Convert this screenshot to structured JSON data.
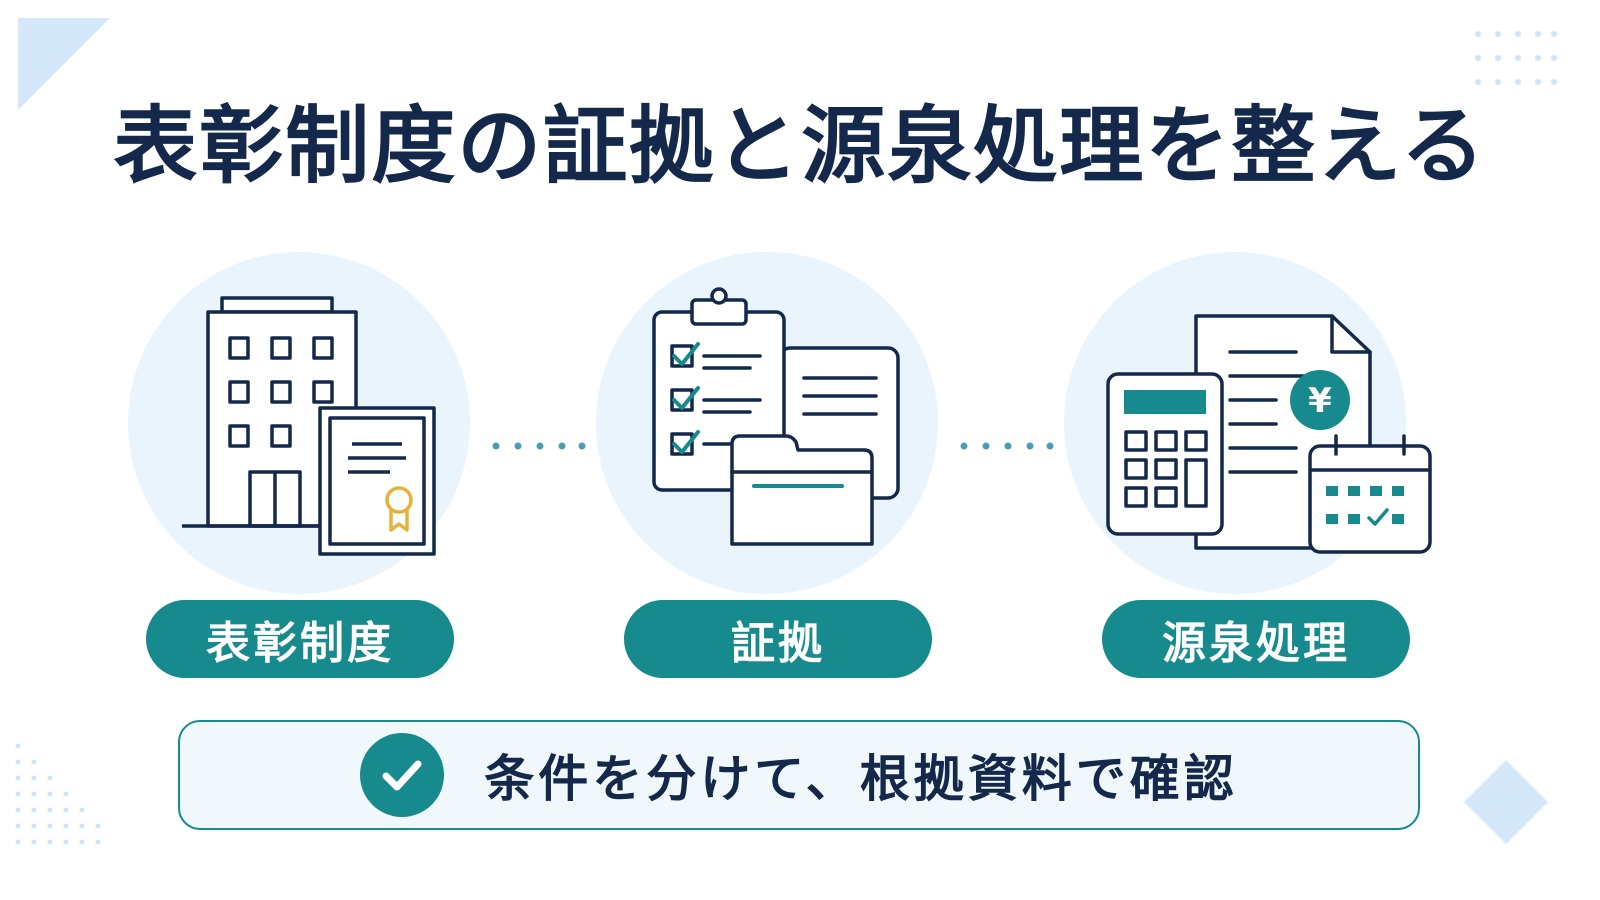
{
  "title": "表彰制度の証拠と源泉処理を整える",
  "steps": [
    {
      "label": "表彰制度",
      "icon": "building-certificate-icon"
    },
    {
      "label": "証拠",
      "icon": "clipboard-folder-icon"
    },
    {
      "label": "源泉処理",
      "icon": "calculator-yen-calendar-icon"
    }
  ],
  "summary": {
    "text": "条件を分けて、根拠資料で確認",
    "icon": "check-circle-icon"
  },
  "colors": {
    "navy": "#13284a",
    "teal": "#168a8c",
    "circle_bg": "#eaf4fc",
    "gold": "#e8b23a",
    "accent_light": "#d4e8fa"
  }
}
